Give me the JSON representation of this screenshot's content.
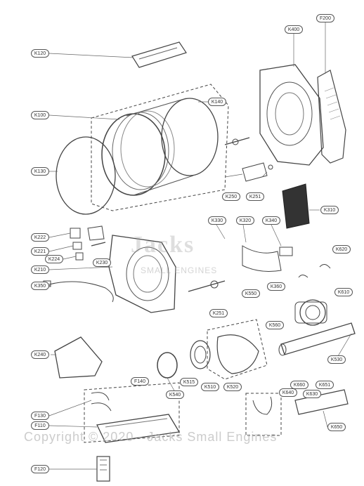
{
  "diagram": {
    "labels": [
      {
        "id": "K120",
        "text": "K120"
      },
      {
        "id": "K100",
        "text": "K100"
      },
      {
        "id": "K130",
        "text": "K130"
      },
      {
        "id": "K140",
        "text": "K140"
      },
      {
        "id": "K400",
        "text": "K400"
      },
      {
        "id": "F200",
        "text": "F200"
      },
      {
        "id": "K250",
        "text": "K250"
      },
      {
        "id": "K251a",
        "text": "K251"
      },
      {
        "id": "K310",
        "text": "K310"
      },
      {
        "id": "K222",
        "text": "K222"
      },
      {
        "id": "K221",
        "text": "K221"
      },
      {
        "id": "K224",
        "text": "K224"
      },
      {
        "id": "K230",
        "text": "K230"
      },
      {
        "id": "K210",
        "text": "K210"
      },
      {
        "id": "K330",
        "text": "K330"
      },
      {
        "id": "K320",
        "text": "K320"
      },
      {
        "id": "K340",
        "text": "K340"
      },
      {
        "id": "K350",
        "text": "K350"
      },
      {
        "id": "K360",
        "text": "K360"
      },
      {
        "id": "K251b",
        "text": "K251"
      },
      {
        "id": "K550",
        "text": "K550"
      },
      {
        "id": "K560",
        "text": "K560"
      },
      {
        "id": "K620",
        "text": "K620"
      },
      {
        "id": "K610",
        "text": "K610"
      },
      {
        "id": "K240",
        "text": "K240"
      },
      {
        "id": "K515",
        "text": "K515"
      },
      {
        "id": "K510",
        "text": "K510"
      },
      {
        "id": "K520",
        "text": "K520"
      },
      {
        "id": "K530",
        "text": "K530"
      },
      {
        "id": "K540",
        "text": "K540"
      },
      {
        "id": "F140",
        "text": "F140"
      },
      {
        "id": "F130",
        "text": "F130"
      },
      {
        "id": "F110",
        "text": "F110"
      },
      {
        "id": "K660",
        "text": "K660"
      },
      {
        "id": "K651",
        "text": "K651"
      },
      {
        "id": "K640",
        "text": "K640"
      },
      {
        "id": "K630",
        "text": "K630"
      },
      {
        "id": "K650",
        "text": "K650"
      },
      {
        "id": "F120",
        "text": "F120"
      }
    ]
  },
  "watermark": {
    "copyright": "Copyright © 2020 - Jacks Small Engines",
    "logo": "Jacks",
    "logo_sub": "SMALL ENGINES"
  }
}
